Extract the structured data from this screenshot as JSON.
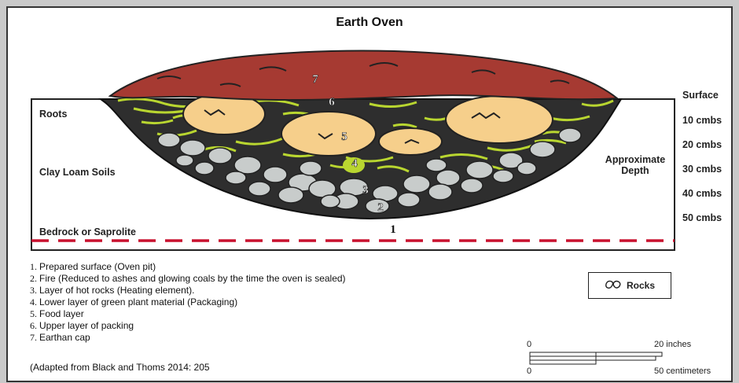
{
  "title": "Earth Oven",
  "left_labels": {
    "roots": "Roots",
    "soils": "Clay Loam Soils",
    "bedrock": "Bedrock or Saprolite"
  },
  "depth_axis": {
    "heading": "Approximate\nDepth",
    "ticks": [
      "Surface",
      "10 cmbs",
      "20 cmbs",
      "30 cmbs",
      "40 cmbs",
      "50 cmbs"
    ]
  },
  "layer_markers": [
    "1",
    "2",
    "3",
    "4",
    "5",
    "6",
    "7"
  ],
  "legend": [
    {
      "num": "1.",
      "text": "Prepared surface (Oven pit)"
    },
    {
      "num": "2.",
      "text": "Fire (Reduced to ashes and glowing coals by the time the oven is sealed)"
    },
    {
      "num": "3.",
      "text": "Layer of hot rocks (Heating element)."
    },
    {
      "num": "4.",
      "text": "Lower layer of green plant material (Packaging)"
    },
    {
      "num": "5.",
      "text": "Food layer"
    },
    {
      "num": "6.",
      "text": "Upper layer of packing"
    },
    {
      "num": "7.",
      "text": "Earthan cap"
    }
  ],
  "source": "(Adapted from Black and Thoms 2014: 205",
  "rock_key_label": "Rocks",
  "scale": {
    "zero_top": "0",
    "inches": "20 inches",
    "zero_bottom": "0",
    "centimeters": "50 centimeters"
  },
  "colors": {
    "cap": "#a63a32",
    "pit": "#2e2e2e",
    "packing": "#b9d630",
    "food": "#f6cf8b",
    "rock": "#c8cccb",
    "bedrock_line": "#c8102e"
  }
}
